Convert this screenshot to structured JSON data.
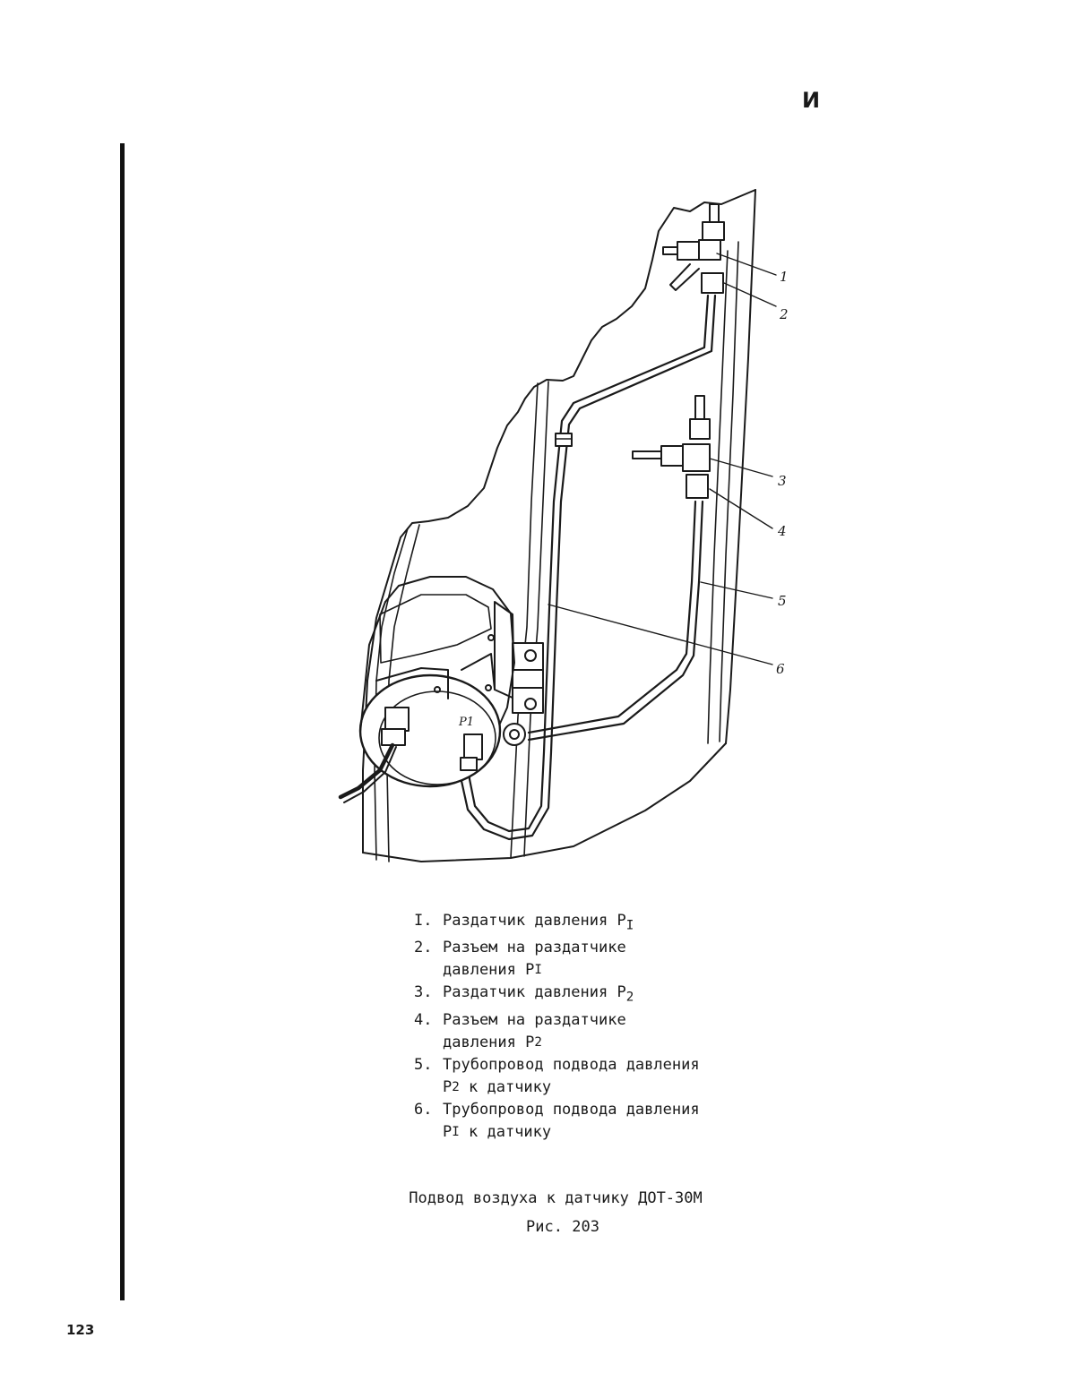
{
  "corner_mark": "И",
  "page_number": "123",
  "figure": {
    "callouts": [
      "1",
      "2",
      "3",
      "4",
      "5",
      "6"
    ],
    "sensor_label": "P1"
  },
  "legend": [
    {
      "num": "I.",
      "lines": [
        "Раздатчик давления P",
        "I"
      ]
    },
    {
      "num": "2.",
      "line1": "Разъем на раздатчике",
      "line2": "давления P",
      "sub": "I"
    },
    {
      "num": "3.",
      "text": "Раздатчик давления P",
      "sub": "2"
    },
    {
      "num": "4.",
      "line1": "Разъем на раздатчике",
      "line2": "давления P",
      "sub": "2"
    },
    {
      "num": "5.",
      "line1": "Трубопровод подвода давления",
      "line2a": "P",
      "sub": "2",
      "line2b": " к датчику"
    },
    {
      "num": "6.",
      "line1": "Трубопровод подвода давления",
      "line2a": "P",
      "sub": "I",
      "line2b": " к датчику"
    }
  ],
  "caption": "Подвод воздуха к датчику ДОТ-30М",
  "figure_number": "Рис. 203"
}
